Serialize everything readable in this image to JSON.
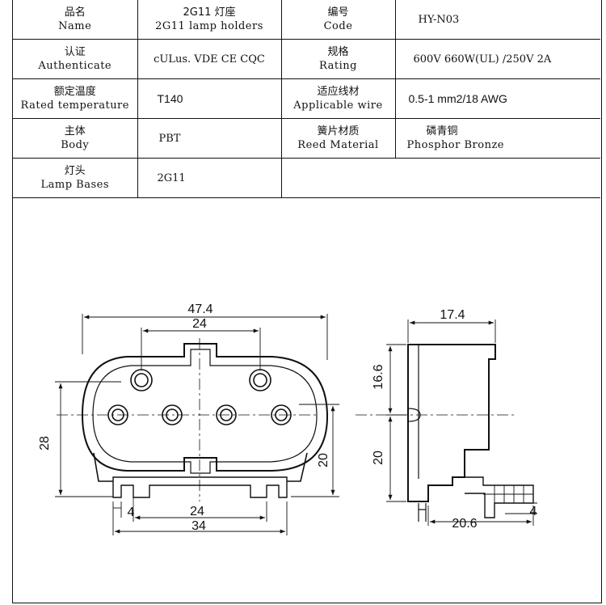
{
  "table": {
    "name_cn": "品名",
    "name_en": "Name",
    "name_value_1": "2G11 灯座",
    "name_value_2": "2G11 lamp holders",
    "code_cn": "编号",
    "code_en": "Code",
    "code_value": "HY-N03",
    "auth_cn": "认证",
    "auth_en": "Authenticate",
    "auth_value": "cULus. VDE CE CQC",
    "rating_cn": "规格",
    "rating_en": "Rating",
    "rating_value": "600V 660W(UL) /250V 2A",
    "temp_cn": "额定温度",
    "temp_en": "Rated temperature",
    "temp_value": "T140",
    "wire_cn": "适应线材",
    "wire_en": "Applicable wire",
    "wire_value": "0.5-1 mm2/18 AWG",
    "body_cn": "主体",
    "body_en": "Body",
    "body_value": "PBT",
    "reed_cn": "簧片材质",
    "reed_en": "Reed Material",
    "reed_value_cn": "磷青铜",
    "reed_value_en": "Phosphor Bronze",
    "base_cn": "灯头",
    "base_en": "Lamp Bases",
    "base_value": "2G11"
  },
  "dimensions": {
    "front_total_width": "47.4",
    "front_pin_spacing": "24",
    "front_height": "28",
    "front_lower_height": "20",
    "front_tab": "4",
    "front_bottom_24": "24",
    "front_bottom_width": "34",
    "side_width": "17.4",
    "side_upper_height": "16.6",
    "side_lower_height": "20",
    "side_bottom_width": "20.6",
    "side_tab": "4"
  }
}
